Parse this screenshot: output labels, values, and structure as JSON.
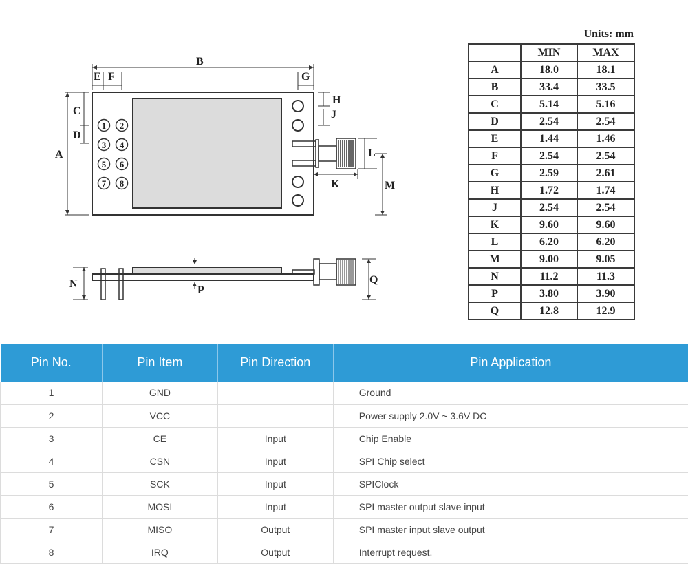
{
  "drawing": {
    "labels": {
      "A": "A",
      "B": "B",
      "C": "C",
      "D": "D",
      "E": "E",
      "F": "F",
      "G": "G",
      "H": "H",
      "J": "J",
      "K": "K",
      "L": "L",
      "M": "M",
      "N": "N",
      "P": "P",
      "Q": "Q"
    },
    "pins": [
      "1",
      "2",
      "3",
      "4",
      "5",
      "6",
      "7",
      "8"
    ]
  },
  "dimensions": {
    "units": "Units: mm",
    "headers": [
      "",
      "MIN",
      "MAX"
    ],
    "rows": [
      {
        "name": "A",
        "min": "18.0",
        "max": "18.1"
      },
      {
        "name": "B",
        "min": "33.4",
        "max": "33.5"
      },
      {
        "name": "C",
        "min": "5.14",
        "max": "5.16"
      },
      {
        "name": "D",
        "min": "2.54",
        "max": "2.54"
      },
      {
        "name": "E",
        "min": "1.44",
        "max": "1.46"
      },
      {
        "name": "F",
        "min": "2.54",
        "max": "2.54"
      },
      {
        "name": "G",
        "min": "2.59",
        "max": "2.61"
      },
      {
        "name": "H",
        "min": "1.72",
        "max": "1.74"
      },
      {
        "name": "J",
        "min": "2.54",
        "max": "2.54"
      },
      {
        "name": "K",
        "min": "9.60",
        "max": "9.60"
      },
      {
        "name": "L",
        "min": "6.20",
        "max": "6.20"
      },
      {
        "name": "M",
        "min": "9.00",
        "max": "9.05"
      },
      {
        "name": "N",
        "min": "11.2",
        "max": "11.3"
      },
      {
        "name": "P",
        "min": "3.80",
        "max": "3.90"
      },
      {
        "name": "Q",
        "min": "12.8",
        "max": "12.9"
      }
    ]
  },
  "pin_table": {
    "headers": [
      "Pin No.",
      "Pin Item",
      "Pin Direction",
      "Pin Application"
    ],
    "header_color": "#2e9bd6",
    "rows": [
      {
        "no": "1",
        "item": "GND",
        "direction": "",
        "application": "Ground"
      },
      {
        "no": "2",
        "item": "VCC",
        "direction": "",
        "application": "Power supply 2.0V ~ 3.6V DC"
      },
      {
        "no": "3",
        "item": "CE",
        "direction": "Input",
        "application": "Chip Enable"
      },
      {
        "no": "4",
        "item": "CSN",
        "direction": "Input",
        "application": "SPI Chip select"
      },
      {
        "no": "5",
        "item": "SCK",
        "direction": "Input",
        "application": "SPIClock"
      },
      {
        "no": "6",
        "item": "MOSI",
        "direction": "Input",
        "application": "SPI master output slave input"
      },
      {
        "no": "7",
        "item": "MISO",
        "direction": "Output",
        "application": "SPI master input slave output"
      },
      {
        "no": "8",
        "item": "IRQ",
        "direction": "Output",
        "application": "Interrupt request."
      }
    ]
  }
}
